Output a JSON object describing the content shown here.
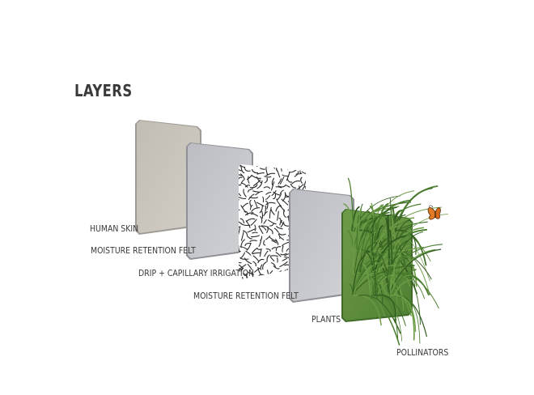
{
  "diagram": {
    "title": "LAYERS",
    "layers": [
      {
        "label": "HUMAN SKIN",
        "material": "skin",
        "color": "#c9c5bb"
      },
      {
        "label": "MOISTURE RETENTION FELT",
        "material": "felt",
        "color": "#c8c9cd"
      },
      {
        "label": "DRIP + CAPILLARY IRRIGATION",
        "material": "mesh",
        "color": "#2b2b2b"
      },
      {
        "label": "MOISTURE RETENTION FELT",
        "material": "felt",
        "color": "#c8c9cd"
      },
      {
        "label": "PLANTS",
        "material": "plants",
        "color": "#5e8f3f"
      }
    ],
    "pollinators_label": "POLLINATORS",
    "butterfly_color": "#e07a25"
  }
}
